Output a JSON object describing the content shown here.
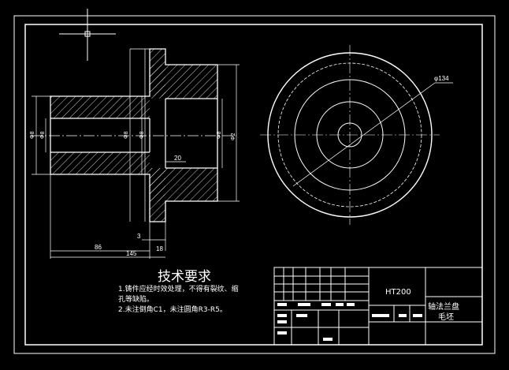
{
  "drawing": {
    "dimensions": {
      "d_left_a": "Φ8",
      "d_left_b": "Φ8",
      "d_mid_a": "Φ8",
      "d_mid_b": "Φ8",
      "d_right": "Φ8",
      "d_outer": "Φ2",
      "len_20": "20",
      "len_3": "3",
      "len_18": "18",
      "len_86": "86",
      "len_145": "145",
      "d_view": "φ134"
    },
    "tech": {
      "title": "技术要求",
      "line1": "1.铸件应经时效处理，不得有裂纹、缩",
      "line2": "孔等缺陷。",
      "line3": "2.未注倒角C1，未注圆角R3-R5。"
    },
    "titleblock": {
      "material": "HT200",
      "part_name": "轴法兰盘",
      "part_sub": "毛坯"
    }
  }
}
